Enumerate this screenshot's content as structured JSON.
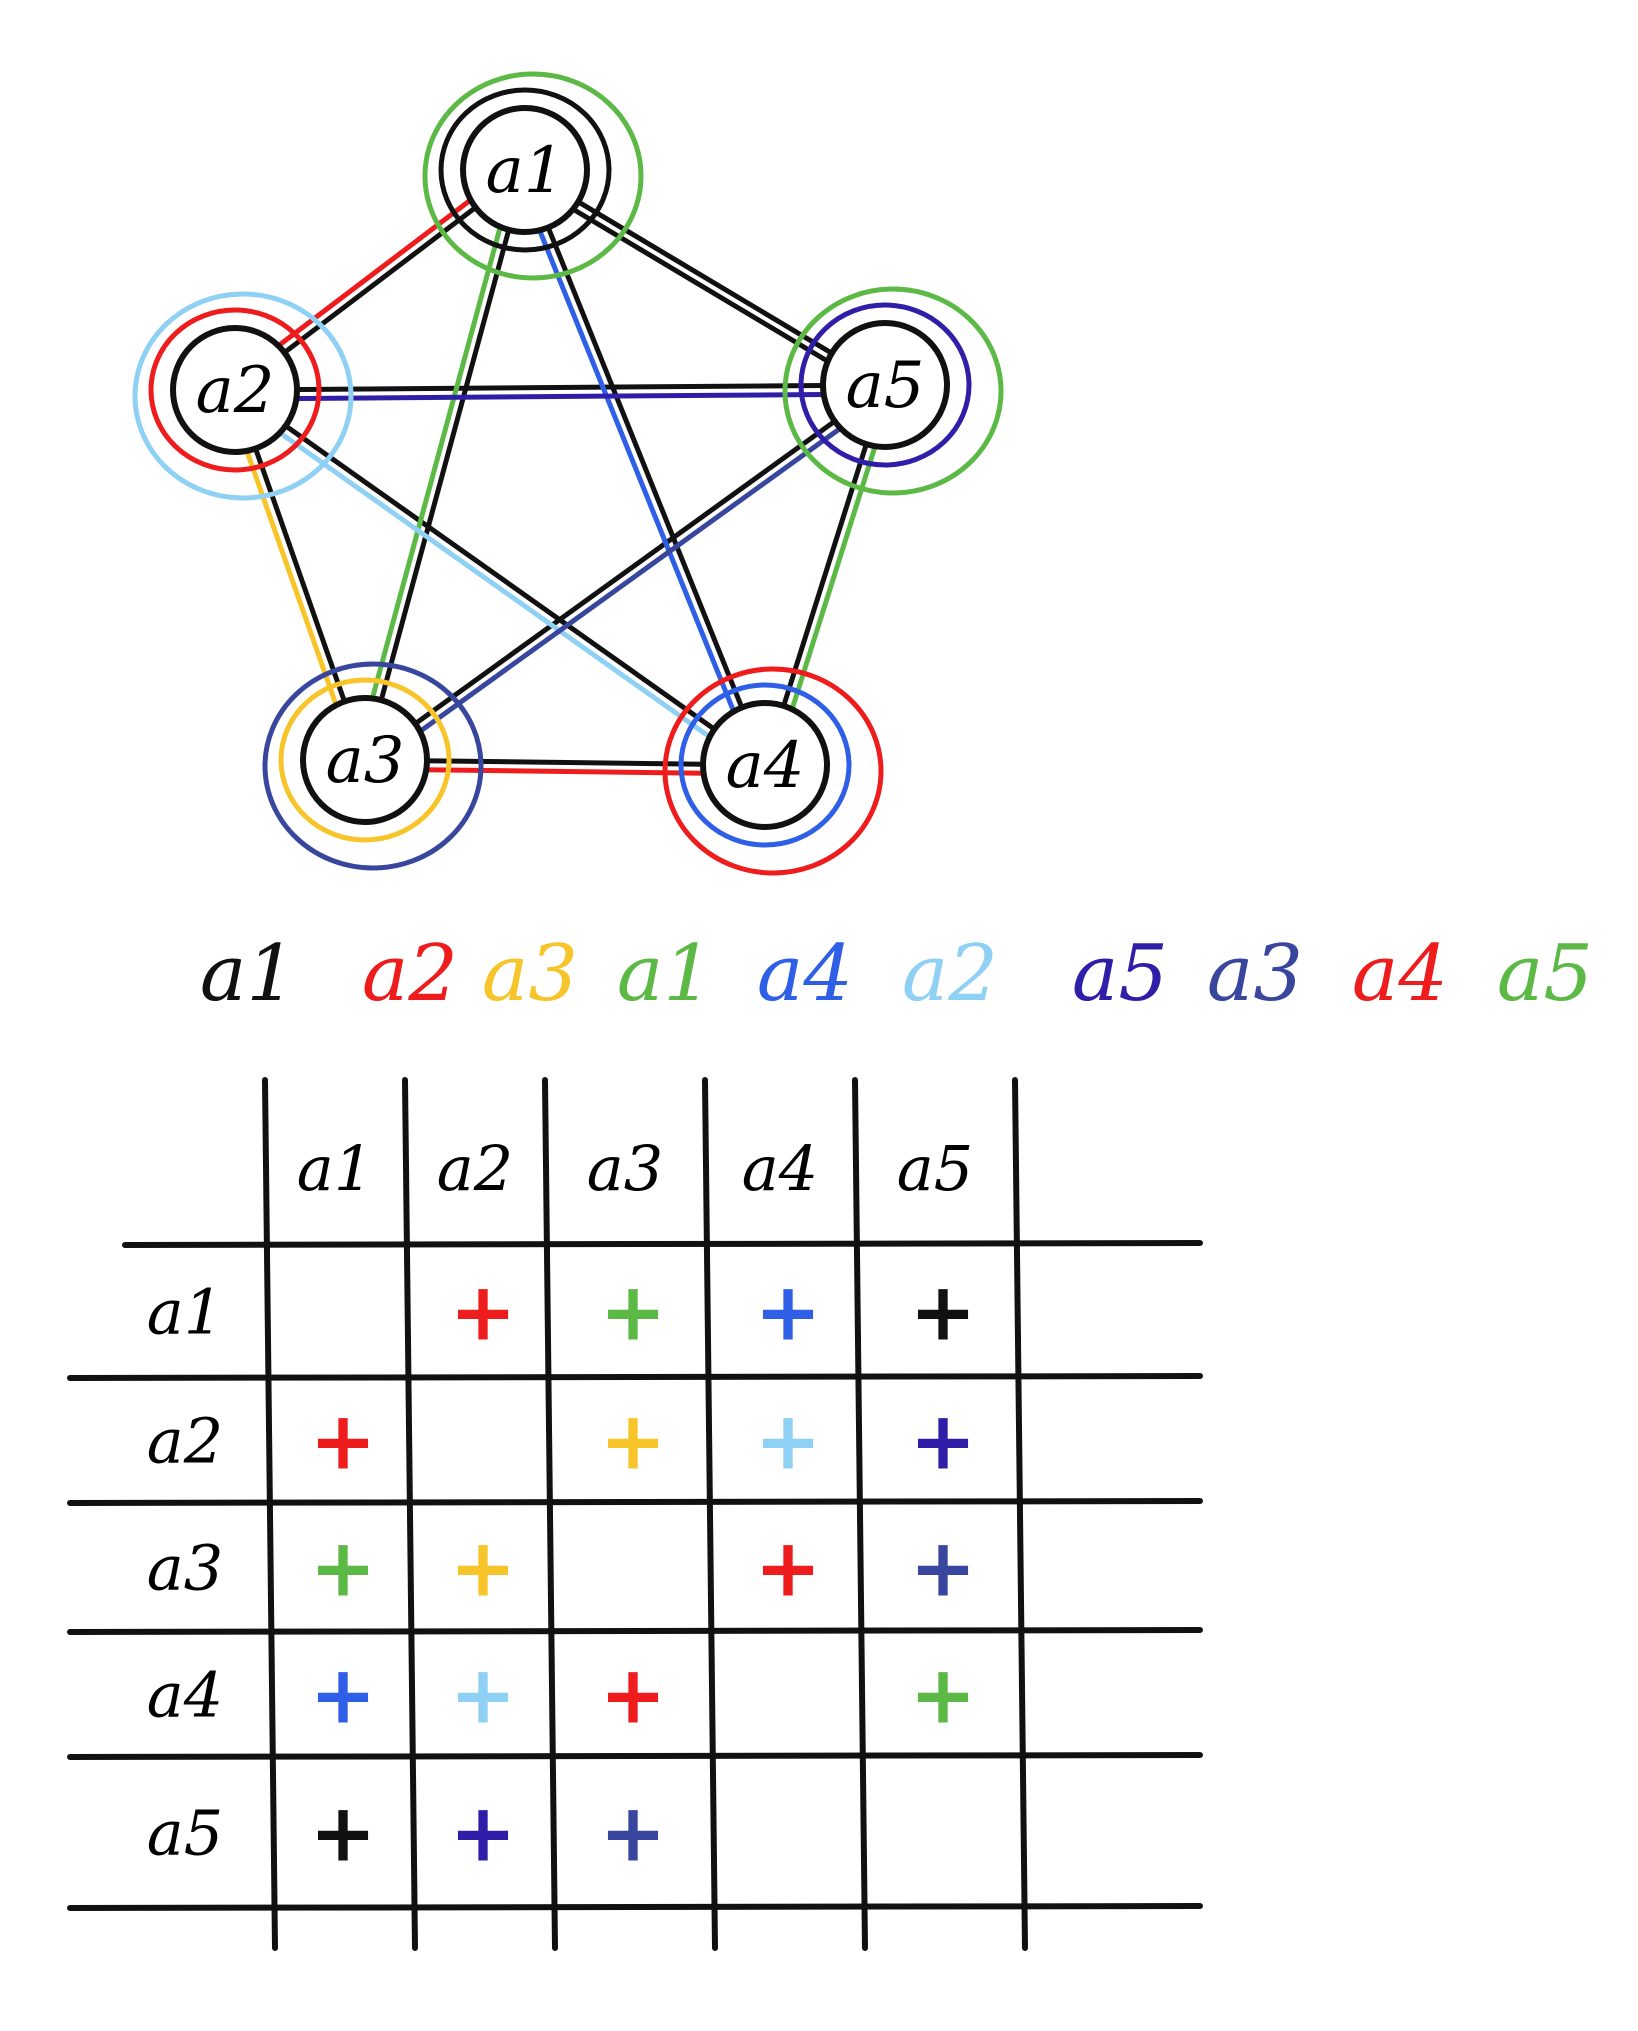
{
  "colors": {
    "black": "#111111",
    "red": "#ee1c1c",
    "yellow": "#f7c52a",
    "green": "#5cb946",
    "blue": "#2e5fe6",
    "lightblue": "#8fd0f5",
    "indigo": "#2f1fa8",
    "navy": "#38469e"
  },
  "graph": {
    "nodes": [
      {
        "id": "a1",
        "label": "a1"
      },
      {
        "id": "a2",
        "label": "a2"
      },
      {
        "id": "a3",
        "label": "a3"
      },
      {
        "id": "a4",
        "label": "a4"
      },
      {
        "id": "a5",
        "label": "a5"
      }
    ],
    "edges": [
      {
        "from": "a1",
        "to": "a2",
        "color": "red"
      },
      {
        "from": "a1",
        "to": "a3",
        "color": "green"
      },
      {
        "from": "a1",
        "to": "a4",
        "color": "blue"
      },
      {
        "from": "a1",
        "to": "a5",
        "color": "black"
      },
      {
        "from": "a2",
        "to": "a3",
        "color": "yellow"
      },
      {
        "from": "a2",
        "to": "a4",
        "color": "lightblue"
      },
      {
        "from": "a2",
        "to": "a5",
        "color": "indigo"
      },
      {
        "from": "a3",
        "to": "a4",
        "color": "red"
      },
      {
        "from": "a3",
        "to": "a5",
        "color": "navy"
      },
      {
        "from": "a4",
        "to": "a5",
        "color": "green"
      }
    ]
  },
  "sequence": [
    {
      "label": "a1",
      "color": "black"
    },
    {
      "label": "a2",
      "color": "red"
    },
    {
      "label": "a3",
      "color": "yellow"
    },
    {
      "label": "a1",
      "color": "green"
    },
    {
      "label": "a4",
      "color": "blue"
    },
    {
      "label": "a2",
      "color": "lightblue"
    },
    {
      "label": "a5",
      "color": "indigo"
    },
    {
      "label": "a3",
      "color": "navy"
    },
    {
      "label": "a4",
      "color": "red"
    },
    {
      "label": "a5",
      "color": "green"
    }
  ],
  "matrix": {
    "col_headers": [
      "a1",
      "a2",
      "a3",
      "a4",
      "a5"
    ],
    "row_headers": [
      "a1",
      "a2",
      "a3",
      "a4",
      "a5"
    ],
    "mark": "+",
    "cells": [
      [
        "",
        "red",
        "green",
        "blue",
        "black"
      ],
      [
        "red",
        "",
        "yellow",
        "lightblue",
        "indigo"
      ],
      [
        "green",
        "yellow",
        "",
        "red",
        "navy"
      ],
      [
        "blue",
        "lightblue",
        "red",
        "",
        "green"
      ],
      [
        "black",
        "indigo",
        "navy",
        "",
        ""
      ]
    ]
  }
}
